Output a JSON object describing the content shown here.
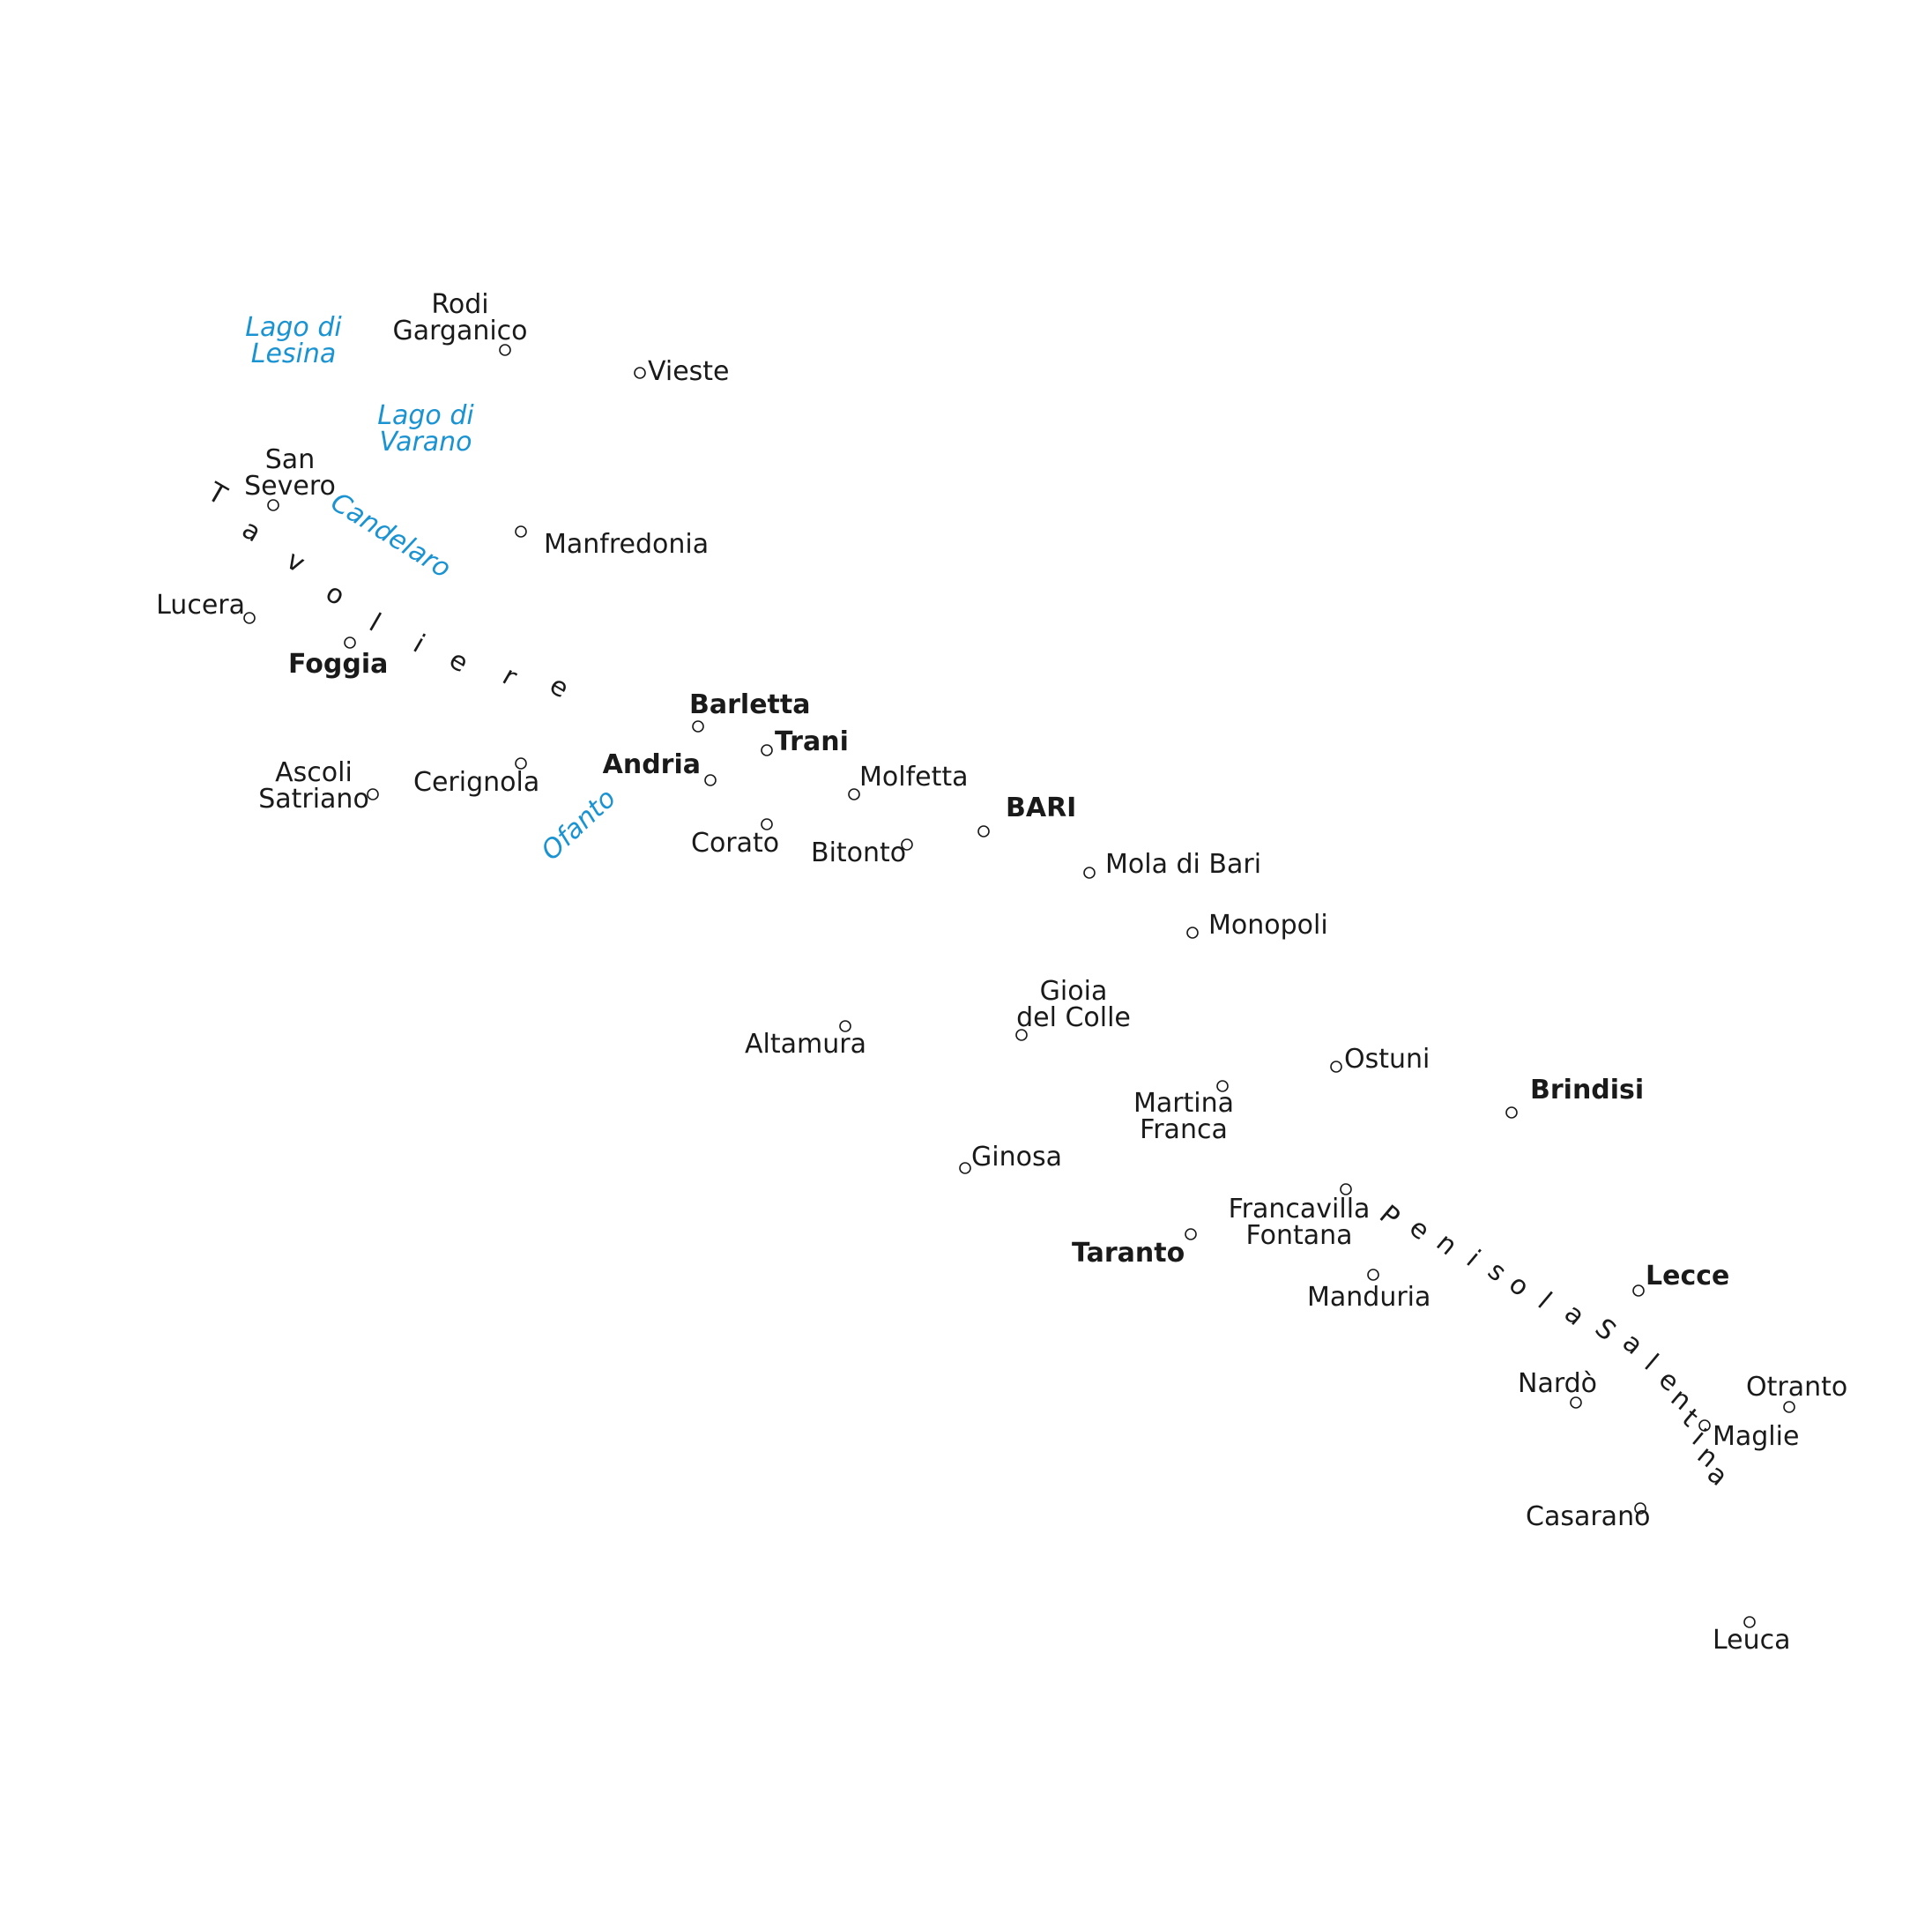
{
  "colors": {
    "water": "#1a93d2",
    "text": "#1a1a1a",
    "marker": "#1a1a1a",
    "background": "#ffffff"
  },
  "icons": {
    "city_marker": "circle-marker-icon"
  },
  "cities": [
    {
      "id": "rodi-garganico",
      "lines": [
        "Rodi",
        "Garganico"
      ],
      "bold": false
    },
    {
      "id": "vieste",
      "lines": [
        "Vieste"
      ],
      "bold": false
    },
    {
      "id": "san-severo",
      "lines": [
        "San",
        "Severo"
      ],
      "bold": false
    },
    {
      "id": "manfredonia",
      "lines": [
        "Manfredonia"
      ],
      "bold": false
    },
    {
      "id": "lucera",
      "lines": [
        "Lucera"
      ],
      "bold": false
    },
    {
      "id": "foggia",
      "lines": [
        "Foggia"
      ],
      "bold": true
    },
    {
      "id": "barletta",
      "lines": [
        "Barletta"
      ],
      "bold": true
    },
    {
      "id": "trani",
      "lines": [
        "Trani"
      ],
      "bold": true
    },
    {
      "id": "andria",
      "lines": [
        "Andria"
      ],
      "bold": true
    },
    {
      "id": "ascoli-satriano",
      "lines": [
        "Ascoli",
        "Satriano"
      ],
      "bold": false
    },
    {
      "id": "cerignola",
      "lines": [
        "Cerignola"
      ],
      "bold": false
    },
    {
      "id": "molfetta",
      "lines": [
        "Molfetta"
      ],
      "bold": false
    },
    {
      "id": "bari",
      "lines": [
        "BARI"
      ],
      "bold": true
    },
    {
      "id": "corato",
      "lines": [
        "Corato"
      ],
      "bold": false
    },
    {
      "id": "bitonto",
      "lines": [
        "Bitonto"
      ],
      "bold": false
    },
    {
      "id": "mola-di-bari",
      "lines": [
        "Mola di Bari"
      ],
      "bold": false
    },
    {
      "id": "monopoli",
      "lines": [
        "Monopoli"
      ],
      "bold": false
    },
    {
      "id": "gioia-del-colle",
      "lines": [
        "Gioia",
        "del Colle"
      ],
      "bold": false
    },
    {
      "id": "altamura",
      "lines": [
        "Altamura"
      ],
      "bold": false
    },
    {
      "id": "ostuni",
      "lines": [
        "Ostuni"
      ],
      "bold": false
    },
    {
      "id": "martina-franca",
      "lines": [
        "Martina",
        "Franca"
      ],
      "bold": false
    },
    {
      "id": "brindisi",
      "lines": [
        "Brindisi"
      ],
      "bold": true
    },
    {
      "id": "ginosa",
      "lines": [
        "Ginosa"
      ],
      "bold": false
    },
    {
      "id": "francavilla-fontana",
      "lines": [
        "Francavilla",
        "Fontana"
      ],
      "bold": false
    },
    {
      "id": "taranto",
      "lines": [
        "Taranto"
      ],
      "bold": true
    },
    {
      "id": "manduria",
      "lines": [
        "Manduria"
      ],
      "bold": false
    },
    {
      "id": "lecce",
      "lines": [
        "Lecce"
      ],
      "bold": true
    },
    {
      "id": "nardo",
      "lines": [
        "Nardò"
      ],
      "bold": false
    },
    {
      "id": "otranto",
      "lines": [
        "Otranto"
      ],
      "bold": false
    },
    {
      "id": "maglie",
      "lines": [
        "Maglie"
      ],
      "bold": false
    },
    {
      "id": "casarano",
      "lines": [
        "Casarano"
      ],
      "bold": false
    },
    {
      "id": "leuca",
      "lines": [
        "Leuca"
      ],
      "bold": false
    }
  ],
  "water": [
    {
      "id": "lago-di-lesina",
      "lines": [
        "Lago di",
        "Lesina"
      ]
    },
    {
      "id": "lago-di-varano",
      "lines": [
        "Lago di",
        "Varano"
      ]
    },
    {
      "id": "candelaro",
      "lines": [
        "Candelaro"
      ]
    },
    {
      "id": "ofanto",
      "lines": [
        "Ofanto"
      ]
    }
  ],
  "regions": [
    {
      "id": "tavoliere",
      "text": "Tavoliere"
    },
    {
      "id": "penisola-salentina",
      "text": "Penisola Salentina"
    }
  ]
}
